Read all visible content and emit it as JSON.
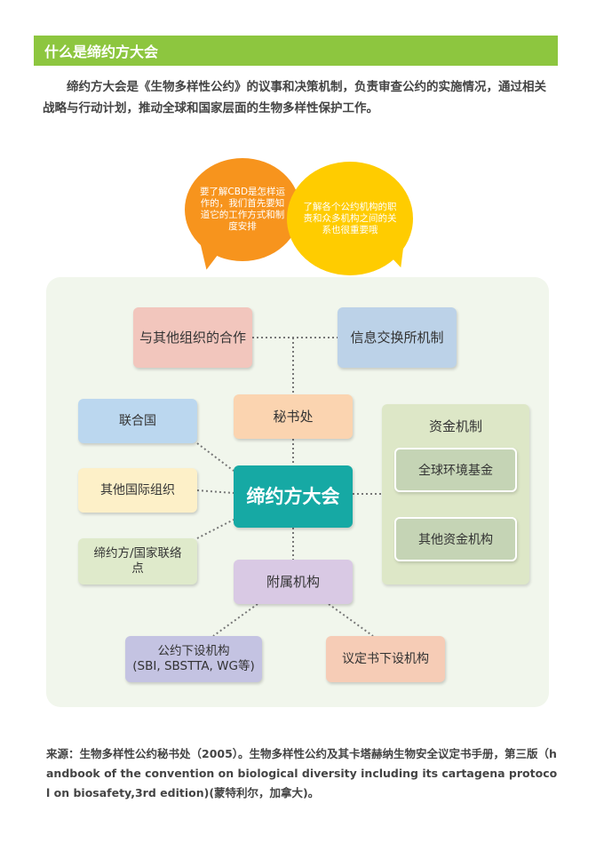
{
  "header": {
    "title": "什么是缔约方大会"
  },
  "intro": {
    "text": "缔约方大会是《生物多样性公约》的议事和决策机制，负责审查公约的实施情况，通过相关战略与行动计划，推动全球和国家层面的生物多样性保护工作。"
  },
  "bubbles": {
    "left": "要了解CBD是怎样运作的，我们首先要知道它的工作方式和制度安排",
    "right": "了解各个公约机构的职责和众多机构之间的关系也很重要哦"
  },
  "diagram": {
    "center": "缔约方大会",
    "cooperation": "与其他组织的合作",
    "clearing_house": "信息交换所机制",
    "secretariat": "秘书处",
    "un": "联合国",
    "other_intl_orgs": "其他国际组织",
    "focal_points": "缔约方/国家联络点",
    "subsidiary_bodies": "附属机构",
    "convention_subsidiary_line1": "公约下设机构",
    "convention_subsidiary_line2": "(SBI, SBSTTA, WG等)",
    "protocol_subsidiary": "议定书下设机构",
    "financial_mechanism": {
      "title": "资金机制",
      "gef": "全球环境基金",
      "other": "其他资金机构"
    }
  },
  "source": {
    "text": "来源：生物多样性公约秘书处（2005）。生物多样性公约及其卡塔赫纳生物安全议定书手册，第三版（handbook of the convention on biological diversity including its cartagena protocol on biosafety,3rd edition)(蒙特利尔，加拿大)。"
  },
  "colors": {
    "banner": "#8dc63f",
    "center": "#16a9a4",
    "bubble_orange": "#f7941d",
    "bubble_yellow": "#ffcc00"
  }
}
